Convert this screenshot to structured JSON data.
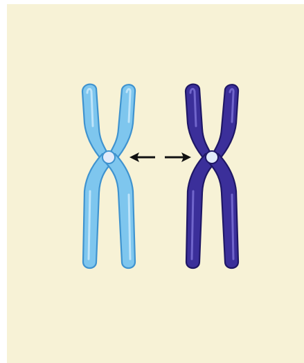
{
  "figure": {
    "background_color": "#f7f2d6",
    "chromosomes": [
      {
        "name": "light-blue-chromosome",
        "fill": "#7ec6ee",
        "stroke": "#3f93cf",
        "highlight": "#c8e9fb",
        "centromere": "#e3ebfa"
      },
      {
        "name": "dark-blue-chromosome",
        "fill": "#3b2f9a",
        "stroke": "#1f1766",
        "highlight": "#7a6fd4",
        "centromere": "#e3ebfa"
      }
    ],
    "connector": {
      "type": "double-headed-arrow",
      "color": "#111111"
    }
  }
}
